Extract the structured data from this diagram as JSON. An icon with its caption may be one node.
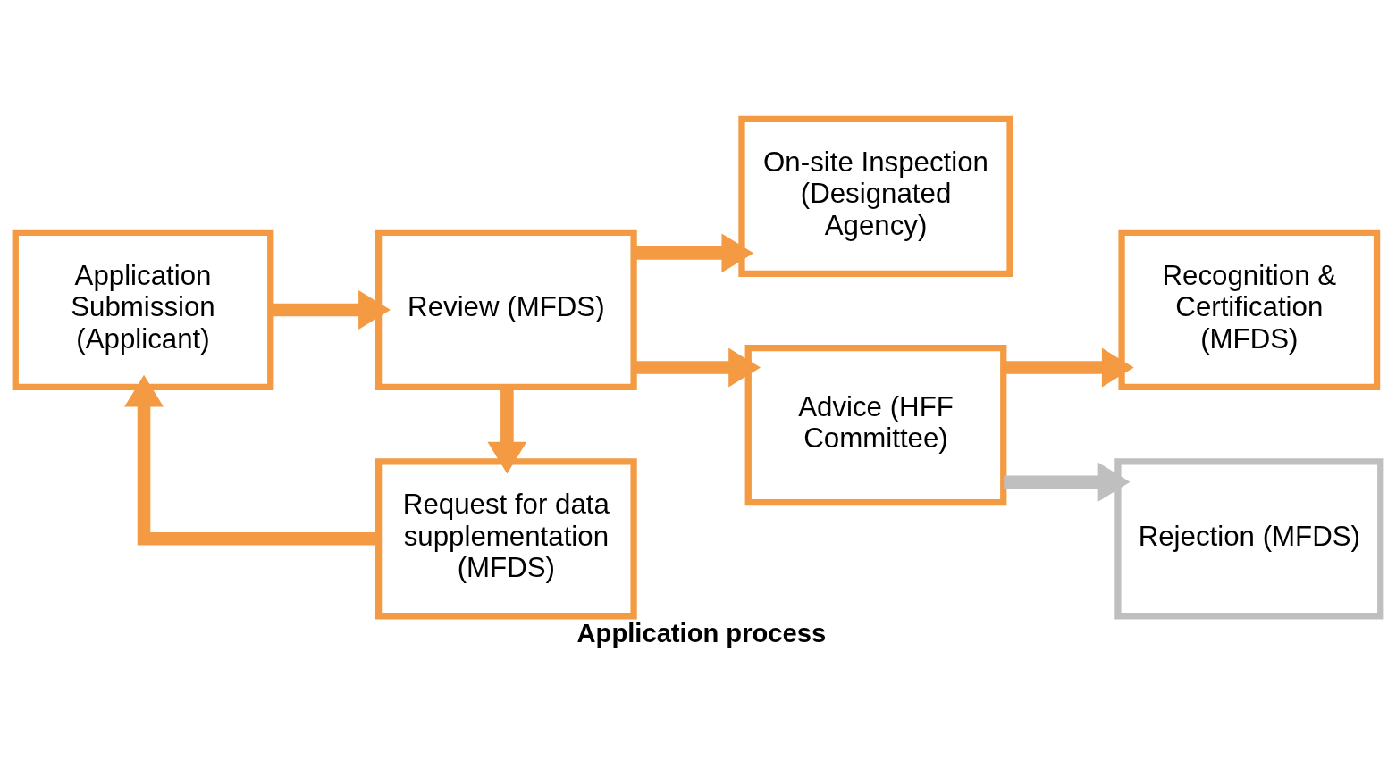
{
  "diagram": {
    "caption": "Application process",
    "nodes": [
      {
        "text": [
          "On-site Inspection (Designated Agency)"
        ]
      },
      {
        "text": [
          "Application Submission (Applicant)"
        ]
      },
      {
        "text": [
          "Review (MFDS)"
        ]
      },
      {
        "text": [
          "Advice (HFF Committee)"
        ]
      },
      {
        "text": [
          "Recognition & Certification (MFDS)"
        ]
      },
      {
        "text": [
          "Request for data supplementation (MFDS)"
        ]
      },
      {
        "text": [
          "Rejection (MFDS)"
        ]
      }
    ],
    "edges": [
      {
        "from": 1,
        "to": 2,
        "arrow": "to"
      },
      {
        "from": 2,
        "to": 3,
        "arrow": "to"
      },
      {
        "from": 2,
        "to": 0,
        "arrow": "to"
      },
      {
        "from": 3,
        "to": 4,
        "arrow": "to"
      },
      {
        "from": 2,
        "to": 5,
        "arrow": "to"
      },
      {
        "from": 5,
        "to": 1,
        "arrow": "to"
      },
      {
        "from": 3,
        "to": 6,
        "arrow": "to",
        "color": "#bfbfbf"
      }
    ]
  }
}
